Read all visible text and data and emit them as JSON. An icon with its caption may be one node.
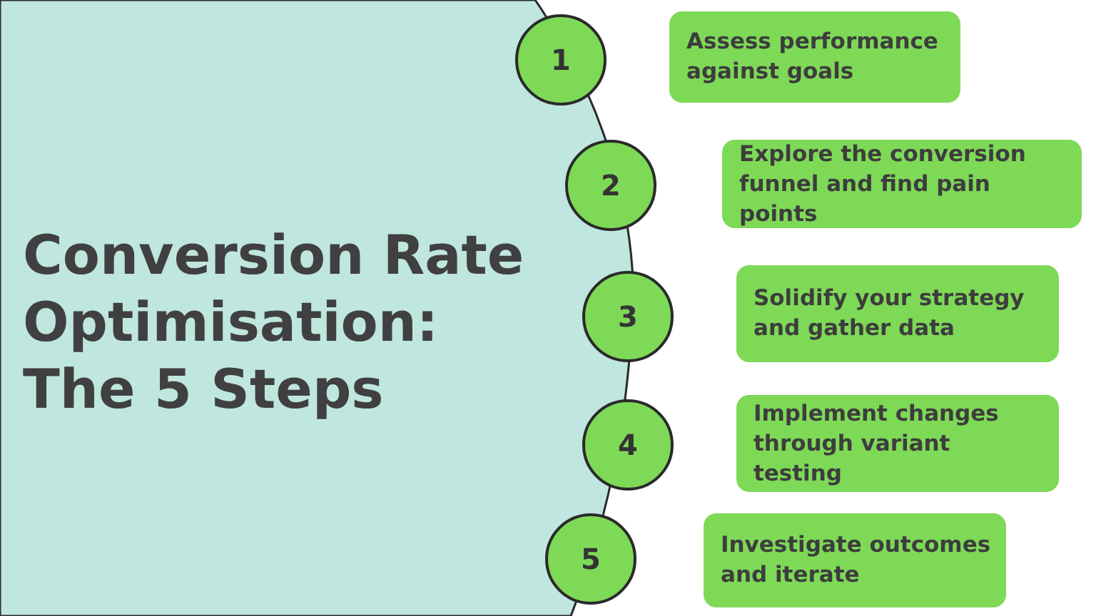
{
  "diagram": {
    "title": "Conversion Rate Optimisation: The 5 Steps",
    "nodes": [
      {
        "text": [
          "1"
        ]
      },
      {
        "text": [
          "Assess performance against goals"
        ]
      },
      {
        "text": [
          "2"
        ]
      },
      {
        "text": [
          "Explore the conversion funnel and find pain points"
        ]
      },
      {
        "text": [
          "3"
        ]
      },
      {
        "text": [
          "Solidify your strategy and gather data"
        ]
      },
      {
        "text": [
          "4"
        ]
      },
      {
        "text": [
          "Implement changes through variant testing"
        ]
      },
      {
        "text": [
          "5"
        ]
      },
      {
        "text": [
          "Investigate outcomes and iterate"
        ]
      }
    ],
    "edges": []
  }
}
